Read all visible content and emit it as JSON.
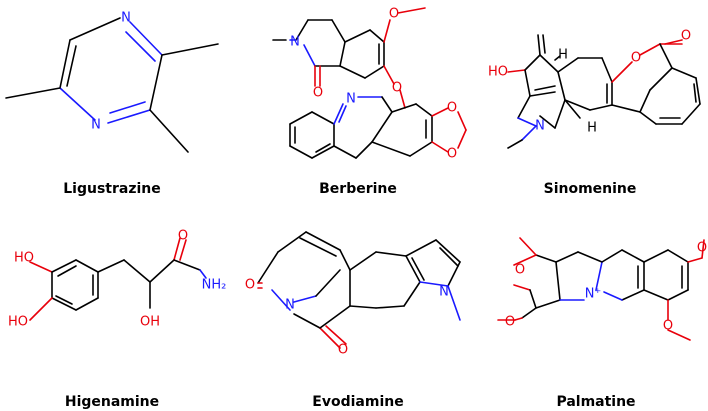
{
  "molecules": [
    {
      "name": "Ligustrazine"
    },
    {
      "name": "Berberine"
    },
    {
      "name": "Sinomenine"
    },
    {
      "name": "Higenamine"
    },
    {
      "name": "Evodiamine"
    },
    {
      "name": "Palmatine"
    }
  ],
  "atom_labels": {
    "N": "N",
    "O": "O",
    "HO": "HO",
    "OH": "OH",
    "NH2": "NH₂",
    "H": "H",
    "N_plus": "N⁺"
  },
  "colors": {
    "nitrogen": "#1a1aff",
    "oxygen": "#e8000b",
    "bond": "#000000"
  }
}
